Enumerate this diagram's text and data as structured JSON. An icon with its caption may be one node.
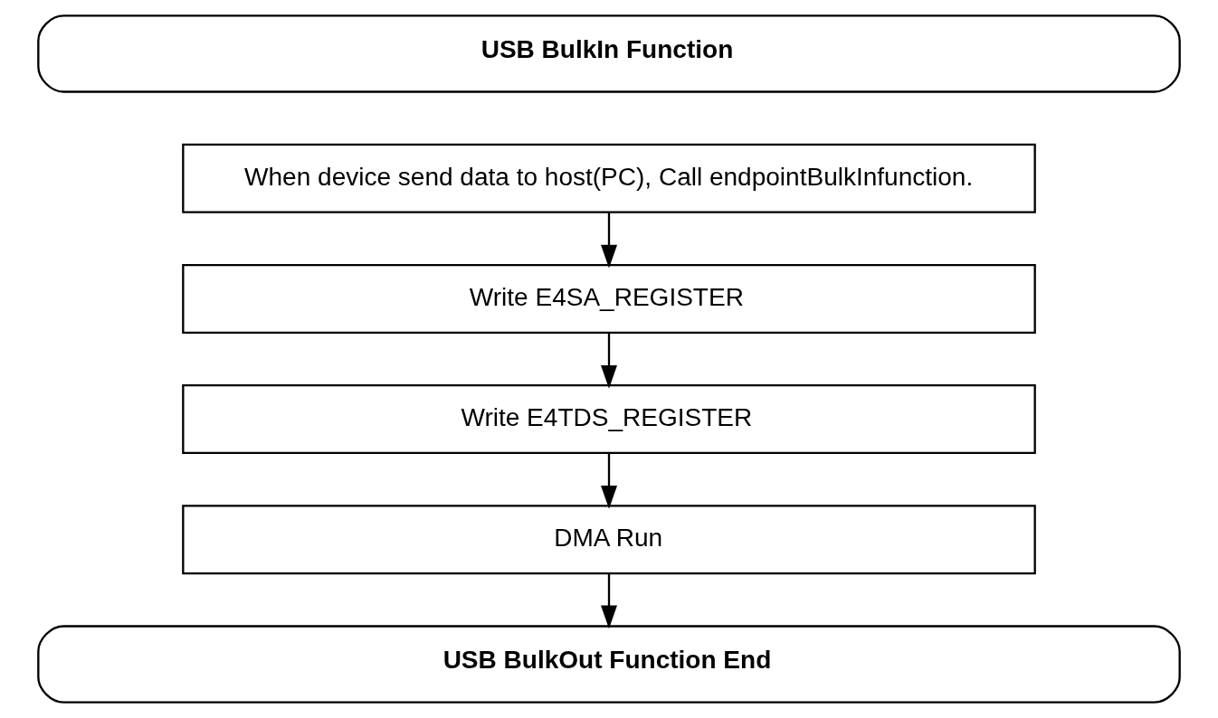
{
  "diagram": {
    "nodes": [
      {
        "text": [
          "USB BulkIn Function"
        ]
      },
      {
        "text": [
          "When device send data to host(PC), Call endpointBulkInfunction."
        ]
      },
      {
        "text": [
          "Write E4SA_REGISTER"
        ]
      },
      {
        "text": [
          "Write E4TDS_REGISTER"
        ]
      },
      {
        "text": [
          "DMA Run"
        ]
      },
      {
        "text": [
          "USB BulkOut Function End"
        ]
      }
    ],
    "edges": [
      {
        "from": 1,
        "to": 2,
        "arrow": "to"
      },
      {
        "from": 2,
        "to": 3,
        "arrow": "to"
      },
      {
        "from": 3,
        "to": 4,
        "arrow": "to"
      },
      {
        "from": 4,
        "to": 5,
        "arrow": "to"
      }
    ]
  }
}
